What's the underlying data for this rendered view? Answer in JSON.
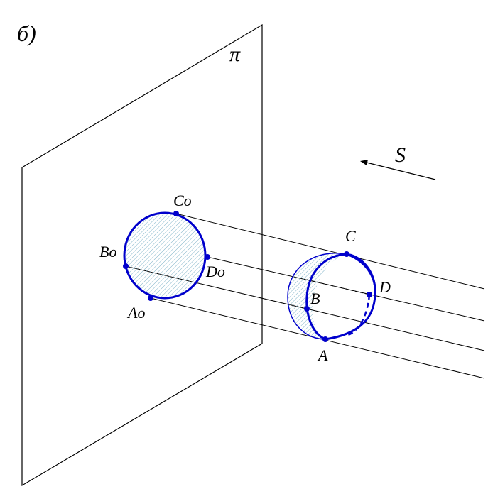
{
  "panel_label": "б)",
  "plane_label": "π",
  "direction_label": "S",
  "points": {
    "shadow": {
      "A": "Ao",
      "B": "Bo",
      "C": "Co",
      "D": "Do"
    },
    "object": {
      "A": "A",
      "B": "B",
      "C": "C",
      "D": "D"
    }
  },
  "colors": {
    "line": "#000000",
    "circle": "#0000cc",
    "hatch": "#7fb3c8",
    "background": "#ffffff"
  }
}
